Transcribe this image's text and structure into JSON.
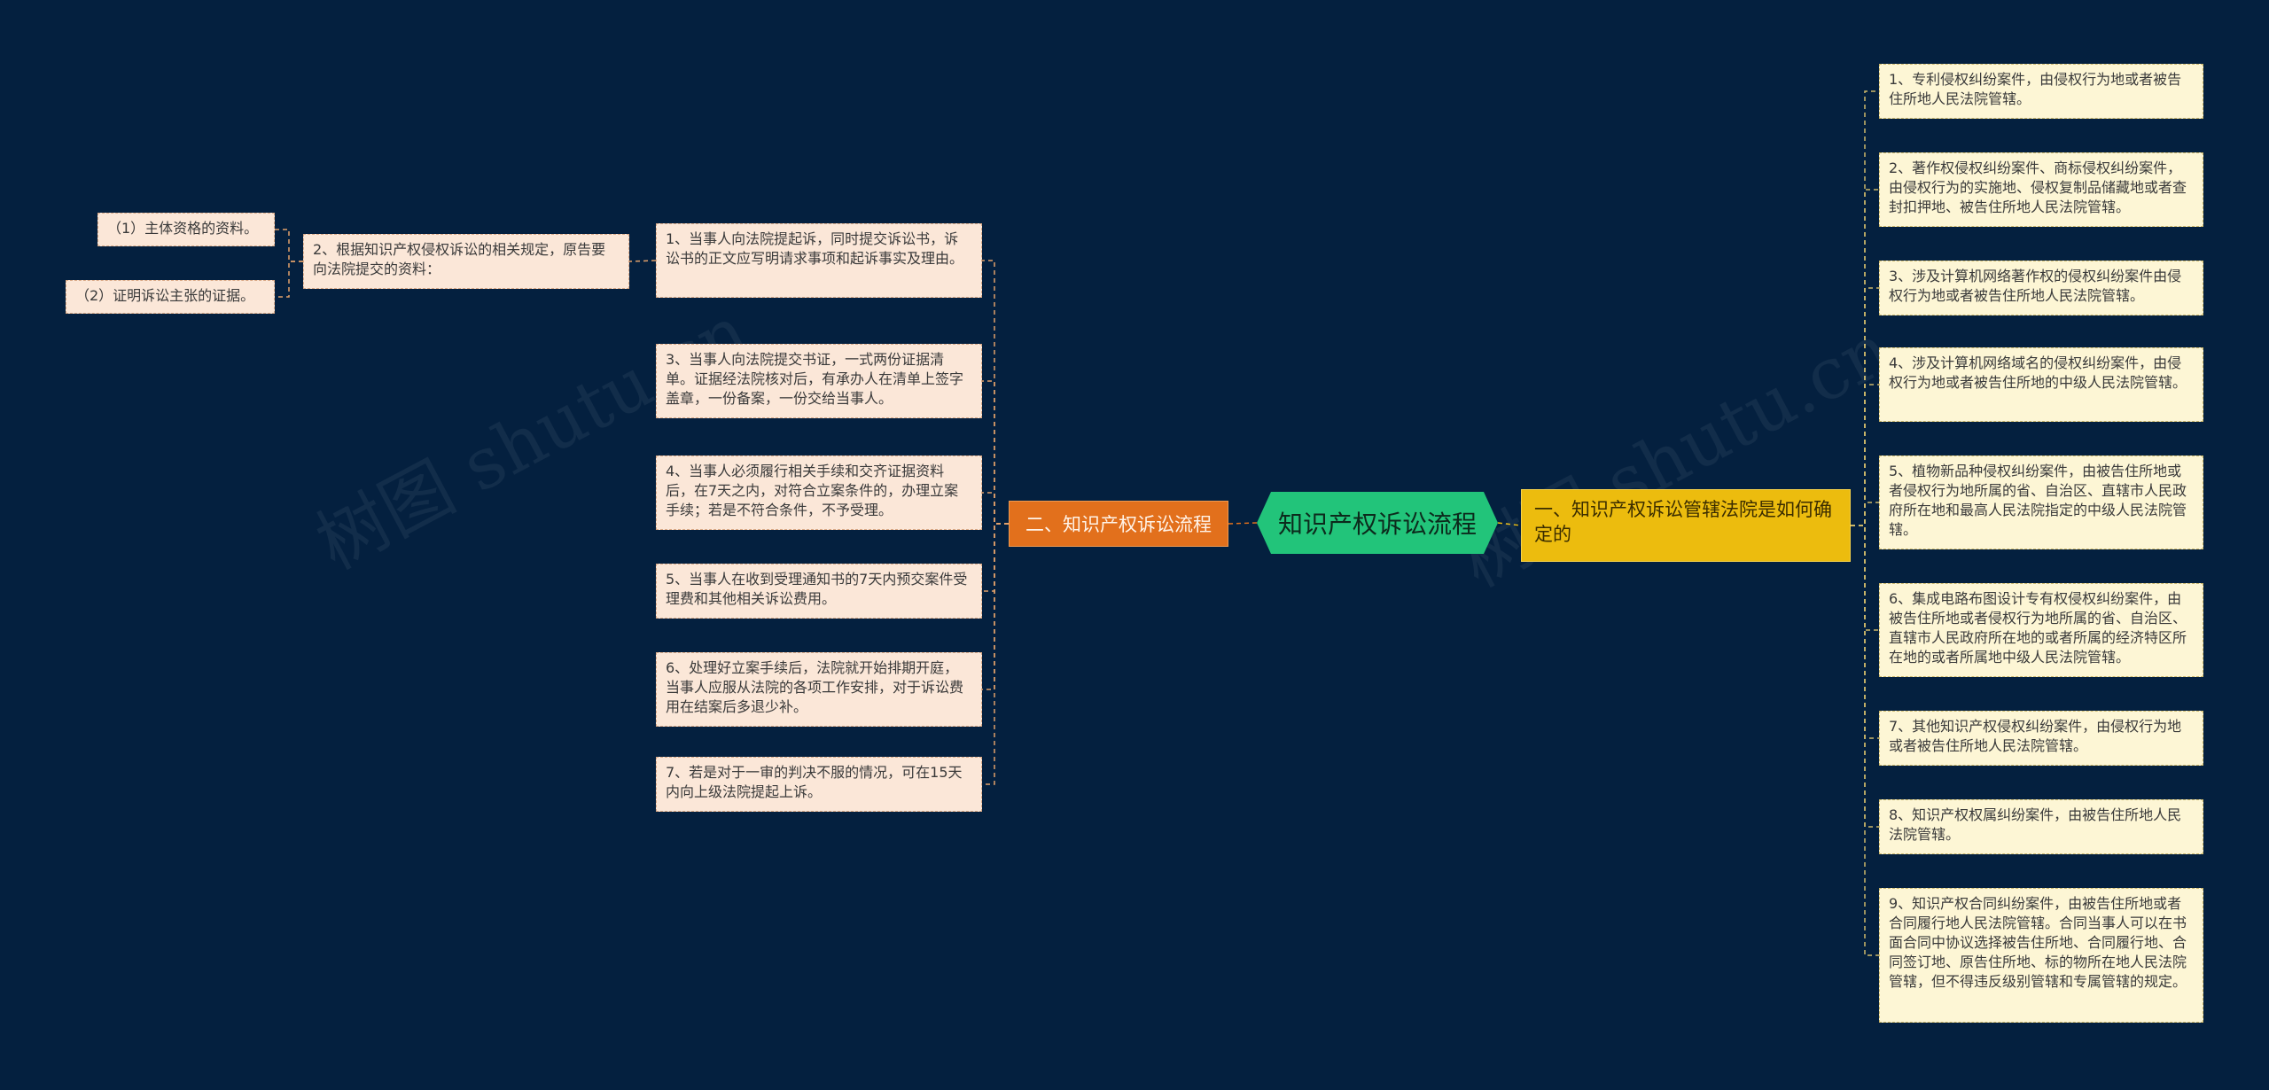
{
  "root": "知识产权诉讼流程",
  "left_branch": {
    "label": "二、知识产权诉讼流程",
    "items": [
      "1、当事人向法院提起诉，同时提交诉讼书，诉讼书的正文应写明请求事项和起诉事实及理由。",
      "3、当事人向法院提交书证，一式两份证据清单。证据经法院核对后，有承办人在清单上签字盖章，一份备案，一份交给当事人。",
      "4、当事人必须履行相关手续和交齐证据资料后，在7天之内，对符合立案条件的，办理立案手续；若是不符合条件，不予受理。",
      "5、当事人在收到受理通知书的7天内预交案件受理费和其他相关诉讼费用。",
      "6、处理好立案手续后，法院就开始排期开庭，当事人应服从法院的各项工作安排，对于诉讼费用在结案后多退少补。",
      "7、若是对于一审的判决不服的情况，可在15天内向上级法院提起上诉。"
    ],
    "sub": {
      "label": "2、根据知识产权侵权诉讼的相关规定，原告要向法院提交的资料：",
      "items": [
        "（1）主体资格的资料。",
        "（2）证明诉讼主张的证据。"
      ]
    }
  },
  "right_branch": {
    "label": "一、知识产权诉讼管辖法院是如何确定的",
    "items": [
      "1、专利侵权纠纷案件，由侵权行为地或者被告住所地人民法院管辖。",
      "2、著作权侵权纠纷案件、商标侵权纠纷案件，由侵权行为的实施地、侵权复制品储藏地或者查封扣押地、被告住所地人民法院管辖。",
      "3、涉及计算机网络著作权的侵权纠纷案件由侵权行为地或者被告住所地人民法院管辖。",
      "4、涉及计算机网络域名的侵权纠纷案件，由侵权行为地或者被告住所地的中级人民法院管辖。",
      "5、植物新品种侵权纠纷案件，由被告住所地或者侵权行为地所属的省、自治区、直辖市人民政府所在地和最高人民法院指定的中级人民法院管辖。",
      "6、集成电路布图设计专有权侵权纠纷案件，由被告住所地或者侵权行为地所属的省、自治区、直辖市人民政府所在地的或者所属的经济特区所在地的或者所属地中级人民法院管辖。",
      "7、其他知识产权侵权纠纷案件，由侵权行为地或者被告住所地人民法院管辖。",
      "8、知识产权权属纠纷案件，由被告住所地人民法院管辖。",
      "9、知识产权合同纠纷案件，由被告住所地或者合同履行地人民法院管辖。合同当事人可以在书面合同中协议选择被告住所地、合同履行地、合同签订地、原告住所地、标的物所在地人民法院管辖，但不得违反级别管辖和专属管辖的规定。"
    ]
  },
  "watermark": "树图 shutu.cn"
}
